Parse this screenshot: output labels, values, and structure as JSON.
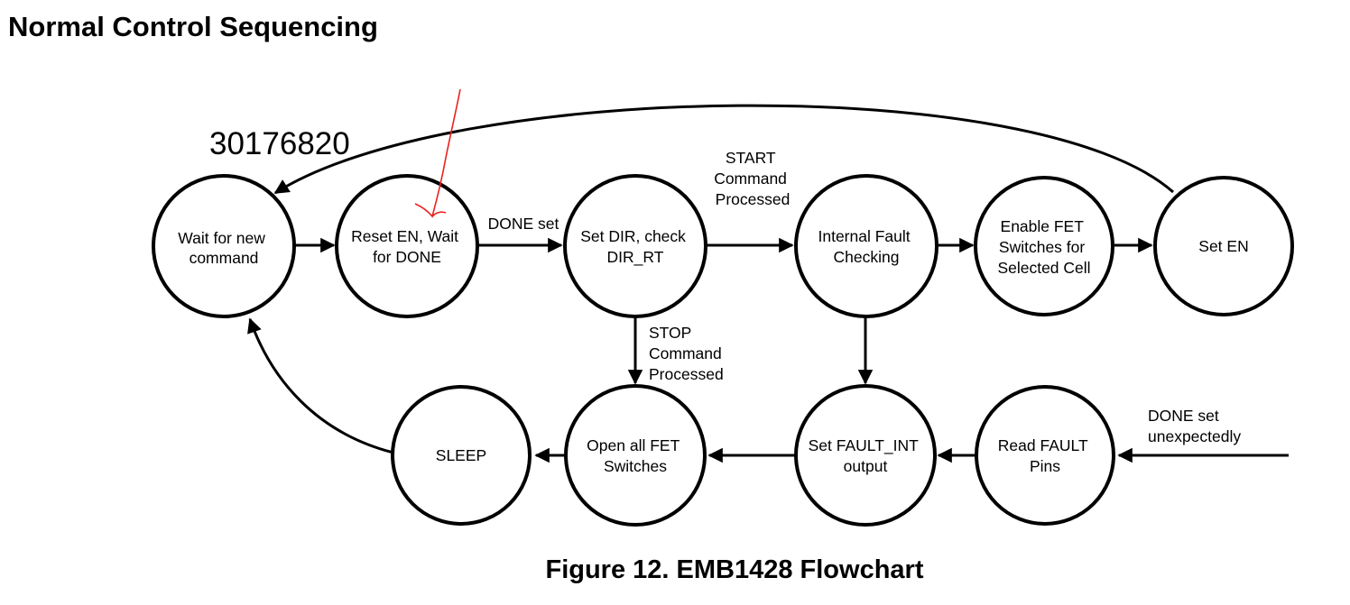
{
  "heading": "Normal Control Sequencing",
  "doc_id": "30176820",
  "caption": "Figure 12.  EMB1428 Flowchart",
  "nodes": {
    "wait": {
      "lines": [
        "Wait for new",
        "command"
      ]
    },
    "reset": {
      "lines": [
        "Reset EN, Wait",
        "for DONE"
      ]
    },
    "setdir": {
      "lines": [
        "Set DIR, check",
        "DIR_RT"
      ]
    },
    "fault_check": {
      "lines": [
        "Internal Fault",
        "Checking"
      ]
    },
    "enable_fet": {
      "lines": [
        "Enable FET",
        "Switches for",
        "Selected Cell"
      ]
    },
    "set_en": {
      "lines": [
        "Set EN"
      ]
    },
    "sleep": {
      "lines": [
        "SLEEP"
      ]
    },
    "open_fet": {
      "lines": [
        "Open all FET",
        "Switches"
      ]
    },
    "set_fault": {
      "lines": [
        "Set FAULT_INT",
        "output"
      ]
    },
    "read_fault": {
      "lines": [
        "Read FAULT",
        "Pins"
      ]
    }
  },
  "edge_labels": {
    "done_set": [
      "DONE set"
    ],
    "start_cmd": [
      "START",
      "Command",
      "Processed"
    ],
    "stop_cmd": [
      "STOP",
      "Command",
      "Processed"
    ],
    "done_unexpected": [
      "DONE set",
      "unexpectedly"
    ]
  },
  "colors": {
    "ink": "#000000",
    "annotation": "#e8221f",
    "background": "#ffffff"
  }
}
